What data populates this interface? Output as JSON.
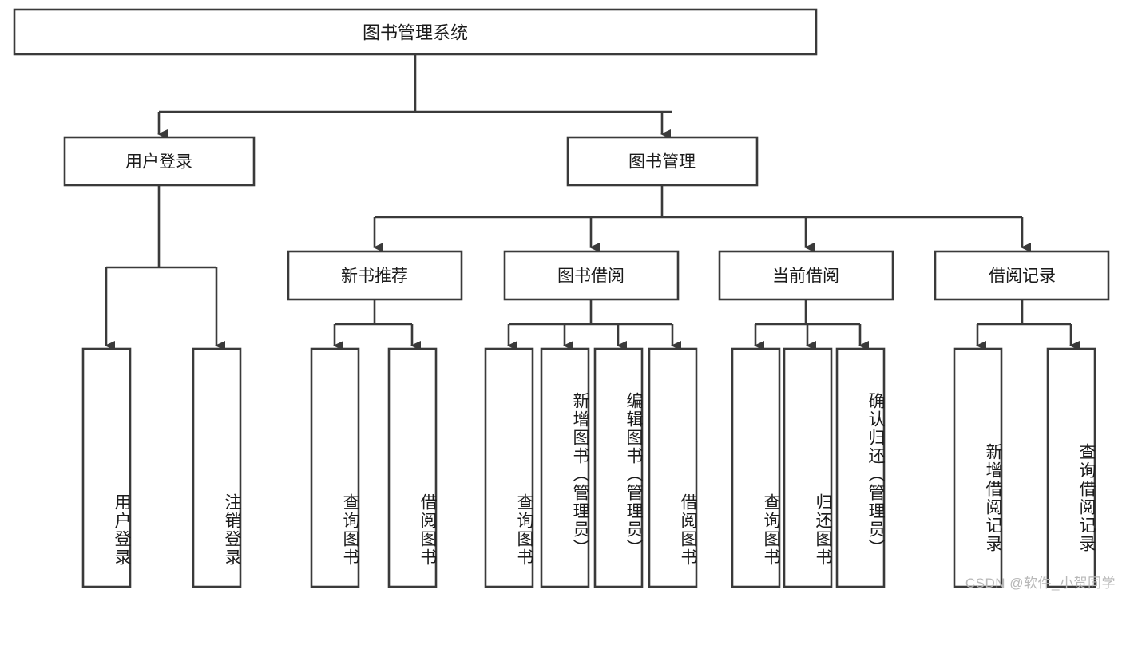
{
  "diagram": {
    "type": "tree",
    "title": "图书管理系统",
    "watermark": "CSDN @软件_小贺同学",
    "colors": {
      "stroke": "#3a3a3a",
      "fill": "#ffffff",
      "text": "#1b1b1b",
      "watermark": "#b8b8b8",
      "background": "#ffffff"
    },
    "levels": {
      "root": "图书管理系统",
      "level1": [
        "用户登录",
        "图书管理"
      ],
      "level2": [
        "新书推荐",
        "图书借阅",
        "当前借阅",
        "借阅记录"
      ]
    },
    "nodes": {
      "root": {
        "label": "图书管理系统",
        "orientation": "horizontal"
      },
      "user_login": {
        "label": "用户登录",
        "orientation": "horizontal"
      },
      "book_manage": {
        "label": "图书管理",
        "orientation": "horizontal"
      },
      "new_book_rec": {
        "label": "新书推荐",
        "orientation": "horizontal"
      },
      "book_borrow": {
        "label": "图书借阅",
        "orientation": "horizontal"
      },
      "current_borrow": {
        "label": "当前借阅",
        "orientation": "horizontal"
      },
      "borrow_record": {
        "label": "借阅记录",
        "orientation": "horizontal"
      }
    },
    "leaves": {
      "user_login": [
        {
          "label": "用户登录",
          "orientation": "vertical"
        },
        {
          "label": "注销登录",
          "orientation": "vertical"
        }
      ],
      "new_book_rec": [
        {
          "label": "查询图书",
          "orientation": "vertical"
        },
        {
          "label": "借阅图书",
          "orientation": "vertical"
        }
      ],
      "book_borrow": [
        {
          "label": "查询图书",
          "orientation": "vertical"
        },
        {
          "label": "新增图书（管理员）",
          "orientation": "vertical"
        },
        {
          "label": "编辑图书（管理员）",
          "orientation": "vertical"
        },
        {
          "label": "借阅图书",
          "orientation": "vertical"
        }
      ],
      "current_borrow": [
        {
          "label": "查询图书",
          "orientation": "vertical"
        },
        {
          "label": "归还图书",
          "orientation": "vertical"
        },
        {
          "label": "确认归还（管理员）",
          "orientation": "vertical"
        }
      ],
      "borrow_record": [
        {
          "label": "新增借阅记录",
          "orientation": "vertical"
        },
        {
          "label": "查询借阅记录",
          "orientation": "vertical"
        }
      ]
    },
    "edges": [
      {
        "from": "图书管理系统",
        "to": "用户登录"
      },
      {
        "from": "图书管理系统",
        "to": "图书管理"
      },
      {
        "from": "图书管理",
        "to": "新书推荐"
      },
      {
        "from": "图书管理",
        "to": "图书借阅"
      },
      {
        "from": "图书管理",
        "to": "当前借阅"
      },
      {
        "from": "图书管理",
        "to": "借阅记录"
      },
      {
        "from": "用户登录",
        "to": "用户登录(叶)"
      },
      {
        "from": "用户登录",
        "to": "注销登录"
      },
      {
        "from": "新书推荐",
        "to": "查询图书"
      },
      {
        "from": "新书推荐",
        "to": "借阅图书"
      },
      {
        "from": "图书借阅",
        "to": "查询图书"
      },
      {
        "from": "图书借阅",
        "to": "新增图书（管理员）"
      },
      {
        "from": "图书借阅",
        "to": "编辑图书（管理员）"
      },
      {
        "from": "图书借阅",
        "to": "借阅图书"
      },
      {
        "from": "当前借阅",
        "to": "查询图书"
      },
      {
        "from": "当前借阅",
        "to": "归还图书"
      },
      {
        "from": "当前借阅",
        "to": "确认归还（管理员）"
      },
      {
        "from": "借阅记录",
        "to": "新增借阅记录"
      },
      {
        "from": "借阅记录",
        "to": "查询借阅记录"
      }
    ]
  }
}
